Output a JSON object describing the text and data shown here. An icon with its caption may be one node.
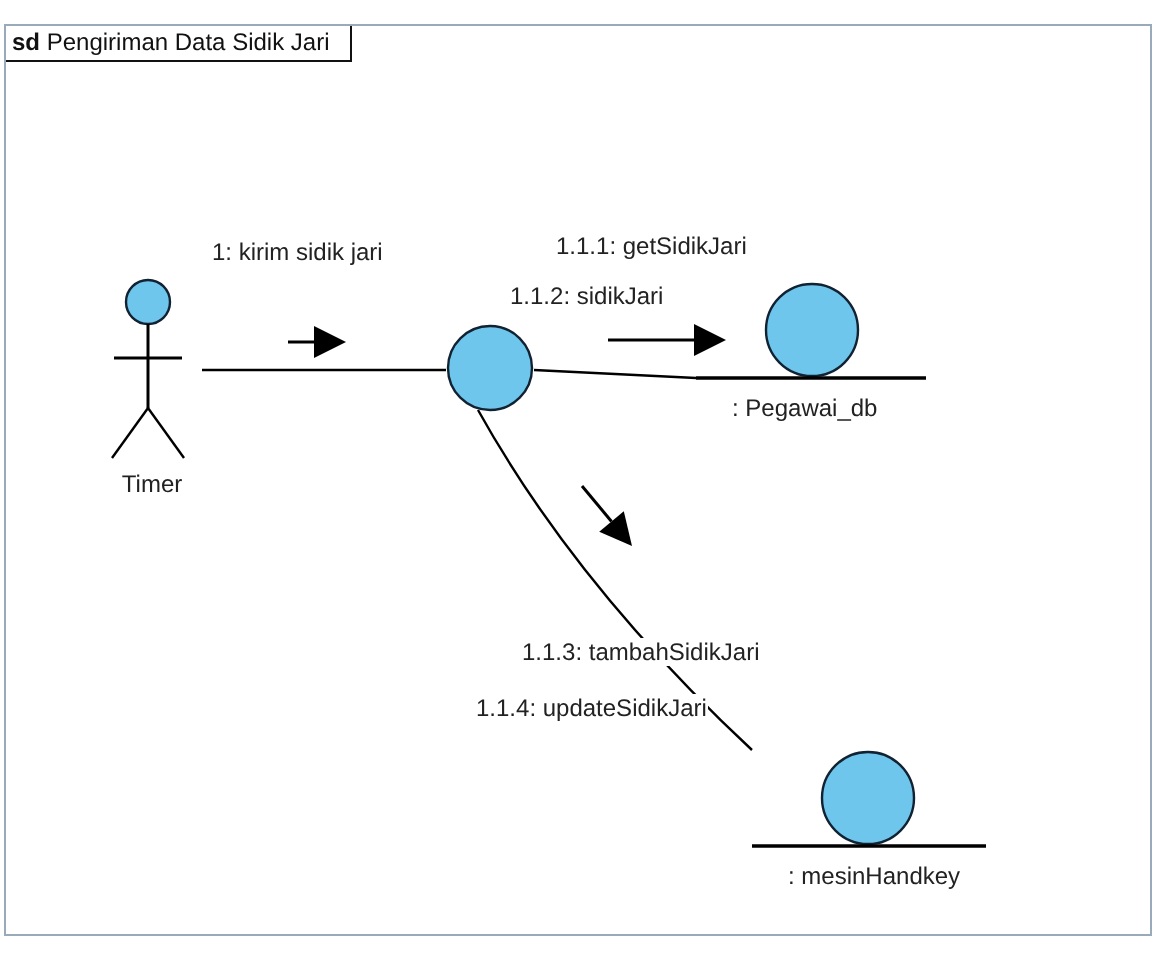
{
  "diagram": {
    "nodes": [
      {
        "text": [
          "**sd** Pengiriman Data Sidik Jari"
        ]
      },
      {
        "text": [
          "Timer"
        ],
        "in": 0
      },
      {
        "text": [],
        "shape": "circle",
        "in": 0
      },
      {
        "text": [
          ": Pegawai_db"
        ],
        "in": 0
      },
      {
        "text": [
          ": mesinHandkey"
        ],
        "in": 0
      }
    ],
    "edges": [
      {
        "from": 1,
        "to": 2,
        "arrow": "none",
        "label": "1: kirim sidik jari"
      },
      {
        "from": 2,
        "to": 3,
        "arrow": "none",
        "label": "1.1.1: getSidikJari"
      },
      {
        "from": 2,
        "to": 4,
        "arrow": "none",
        "label": "1.1.3: tambahSidikJari"
      }
    ],
    "labels": [
      "1.1.2: sidikJari",
      "1.1.4: updateSidikJari"
    ]
  }
}
